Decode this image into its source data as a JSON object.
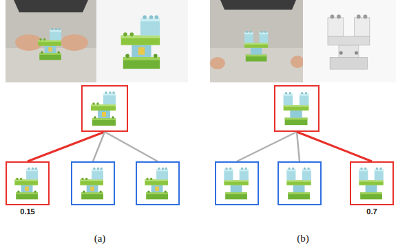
{
  "diagram": {
    "nodes": [
      {
        "text": []
      },
      {
        "text": [
          "0.15"
        ]
      },
      {
        "text": []
      },
      {
        "text": []
      },
      {
        "text": []
      },
      {
        "text": []
      },
      {
        "text": []
      },
      {
        "text": [
          "0.7"
        ]
      }
    ],
    "edges": [
      {
        "from": 0,
        "to": 1,
        "arrow": "none"
      },
      {
        "from": 0,
        "to": 2,
        "arrow": "none"
      },
      {
        "from": 0,
        "to": 3,
        "arrow": "none"
      },
      {
        "from": 4,
        "to": 5,
        "arrow": "none"
      },
      {
        "from": 4,
        "to": 6,
        "arrow": "none"
      },
      {
        "from": 4,
        "to": 7,
        "arrow": "none"
      }
    ],
    "labels": [
      "(a)",
      "(b)"
    ]
  }
}
